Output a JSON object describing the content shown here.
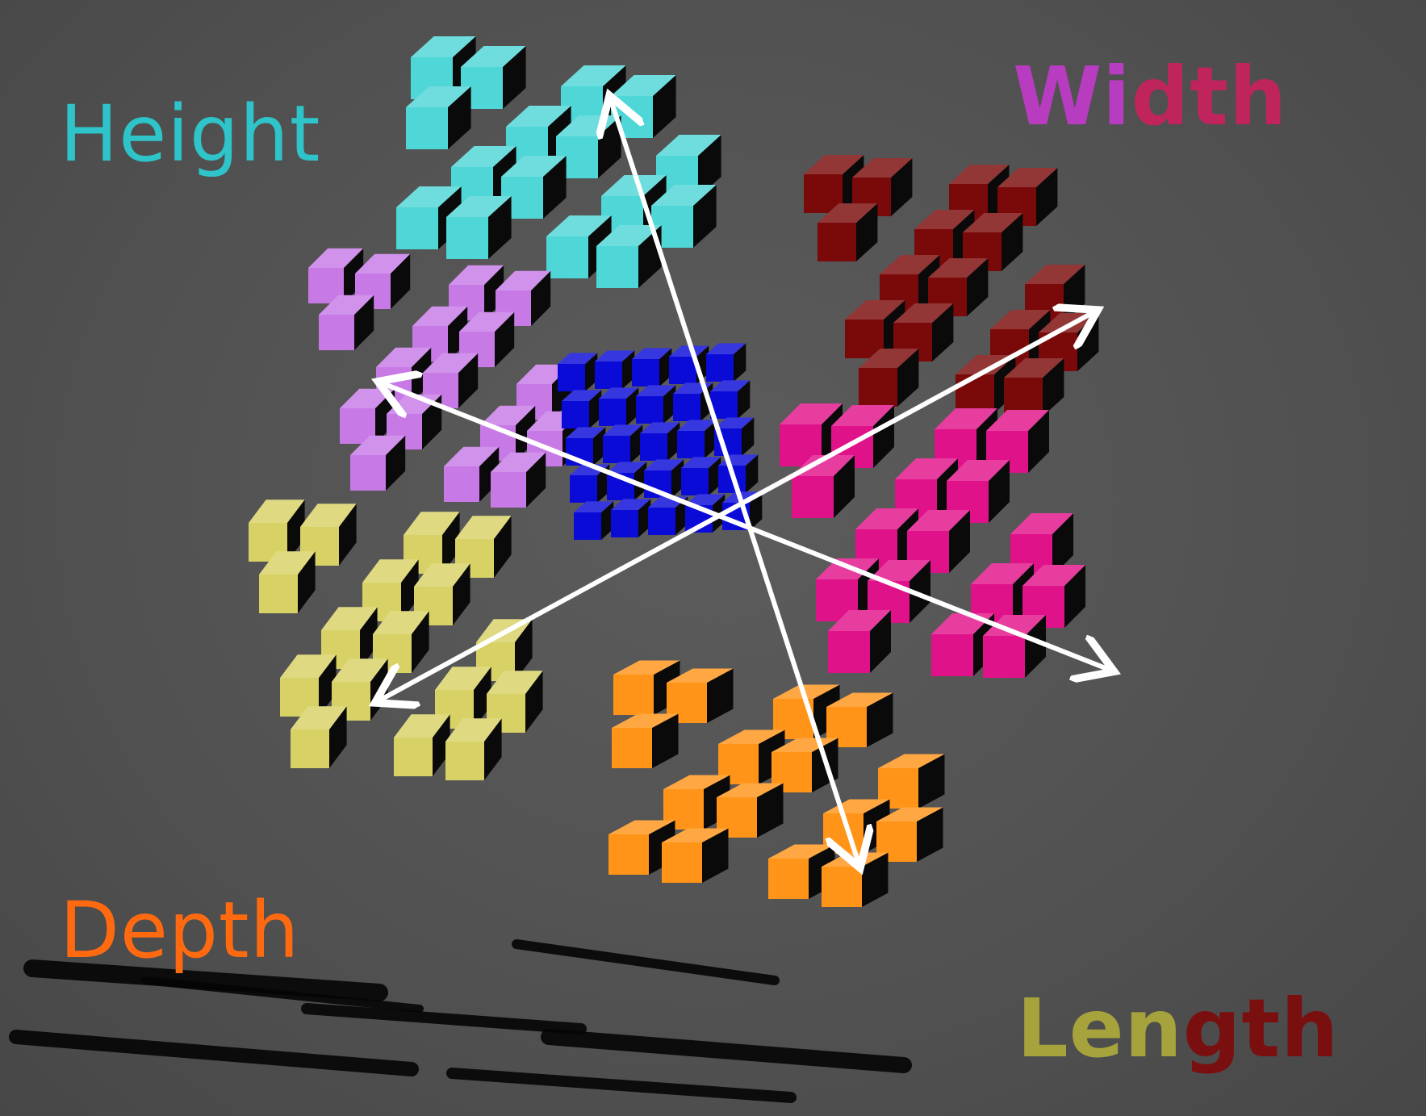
{
  "labels": {
    "height": "Height",
    "depth": "Depth",
    "width_a": "Wi",
    "width_b": "dth",
    "length_a": "Len",
    "length_b": "gth"
  },
  "colors": {
    "height_text": "#2ec4c9",
    "depth_text": "#ff6a10",
    "width_text_a": "#b83cc0",
    "width_text_b": "#c0245c",
    "length_text_a": "#a7a33c",
    "length_text_b": "#7a0f10",
    "cluster_center": "#0b0bd8",
    "cluster_up": "#4fd6d6",
    "cluster_upper_left": "#c77ae6",
    "cluster_upper_right": "#7a0a0a",
    "cluster_lower_left": "#d8d266",
    "cluster_lower_right": "#e0128a",
    "cluster_down": "#ff9418",
    "arrows": "#ffffff",
    "background": "#555555"
  },
  "clusters": [
    {
      "name": "cluster-center",
      "color_key": "cluster_center"
    },
    {
      "name": "cluster-up",
      "color_key": "cluster_up"
    },
    {
      "name": "cluster-upper-left",
      "color_key": "cluster_upper_left"
    },
    {
      "name": "cluster-upper-right",
      "color_key": "cluster_upper_right"
    },
    {
      "name": "cluster-lower-left",
      "color_key": "cluster_lower_left"
    },
    {
      "name": "cluster-lower-right",
      "color_key": "cluster_lower_right"
    },
    {
      "name": "cluster-down",
      "color_key": "cluster_down"
    }
  ],
  "arrows": [
    {
      "name": "arrow-height-axis"
    },
    {
      "name": "arrow-width-axis"
    },
    {
      "name": "arrow-length-axis"
    }
  ]
}
